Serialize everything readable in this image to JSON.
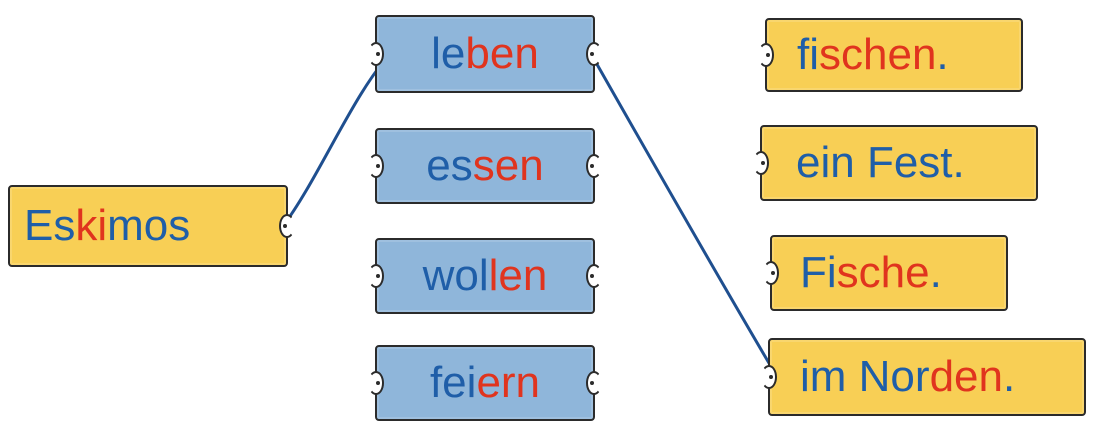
{
  "subjects": [
    {
      "id": "eskimos",
      "parts": [
        {
          "t": "Es",
          "c": "b"
        },
        {
          "t": "k",
          "c": "r"
        },
        {
          "t": "i",
          "c": "r"
        },
        {
          "t": "mos",
          "c": "b"
        }
      ]
    }
  ],
  "verbs": [
    {
      "id": "leben",
      "parts": [
        {
          "t": "le",
          "c": "b"
        },
        {
          "t": "ben",
          "c": "r"
        }
      ]
    },
    {
      "id": "essen",
      "parts": [
        {
          "t": "es",
          "c": "b"
        },
        {
          "t": "sen",
          "c": "r"
        }
      ]
    },
    {
      "id": "wollen",
      "parts": [
        {
          "t": "wol",
          "c": "b"
        },
        {
          "t": "len",
          "c": "r"
        }
      ]
    },
    {
      "id": "feiern",
      "parts": [
        {
          "t": "fei",
          "c": "b"
        },
        {
          "t": "ern",
          "c": "r"
        }
      ]
    }
  ],
  "objects": [
    {
      "id": "fischen",
      "parts": [
        {
          "t": "fi",
          "c": "b"
        },
        {
          "t": "schen",
          "c": "r"
        },
        {
          "t": ".",
          "c": "b"
        }
      ]
    },
    {
      "id": "fest",
      "parts": [
        {
          "t": "ein Fest.",
          "c": "b"
        }
      ]
    },
    {
      "id": "fische",
      "parts": [
        {
          "t": "Fi",
          "c": "b"
        },
        {
          "t": "sche",
          "c": "r"
        },
        {
          "t": ".",
          "c": "b"
        }
      ]
    },
    {
      "id": "norden",
      "parts": [
        {
          "t": "im Nor",
          "c": "b"
        },
        {
          "t": "den",
          "c": "r"
        },
        {
          "t": ".",
          "c": "b"
        }
      ]
    }
  ],
  "connections": [
    {
      "from": "eskimos",
      "to": "leben"
    },
    {
      "from": "leben",
      "to": "norden"
    }
  ],
  "colors": {
    "yellow_card": "#f8cf55",
    "blue_card": "#8fb6da",
    "text_blue": "#1f5ea8",
    "text_red": "#e0341e",
    "line": "#1f4f8f"
  }
}
